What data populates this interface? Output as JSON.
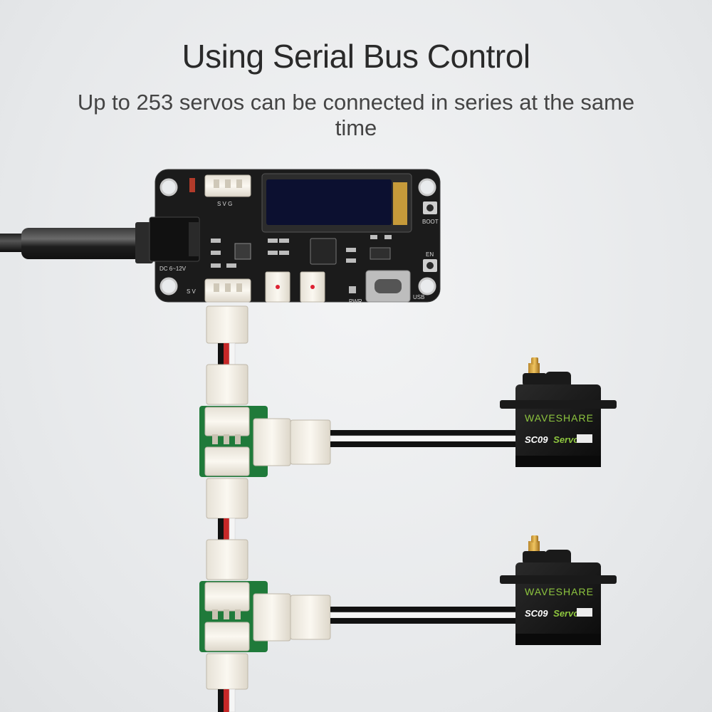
{
  "title": "Using Serial Bus Control",
  "subtitle": "Up to 253 servos can be connected in series at the same time",
  "board": {
    "dc_label": "DC 6~12V",
    "svg_label_top": "S V G",
    "sv_label_bottom": "S V",
    "boot_label": "BOOT",
    "en_label": "EN",
    "pwr_label": "PWR",
    "usb_label": "USB"
  },
  "servos": [
    {
      "brand": "WAVESHARE",
      "model": "SC09",
      "model_suffix": "Servo"
    },
    {
      "brand": "WAVESHARE",
      "model": "SC09",
      "model_suffix": "Servo"
    }
  ],
  "colors": {
    "background": "#e9ebed",
    "pcb": "#1b1b1b",
    "adapter_pcb": "#1f7a3a",
    "connector": "#f3efe6",
    "servo_body": "#151515",
    "brand_green": "#8ec63f",
    "wire_red": "#c62828"
  }
}
